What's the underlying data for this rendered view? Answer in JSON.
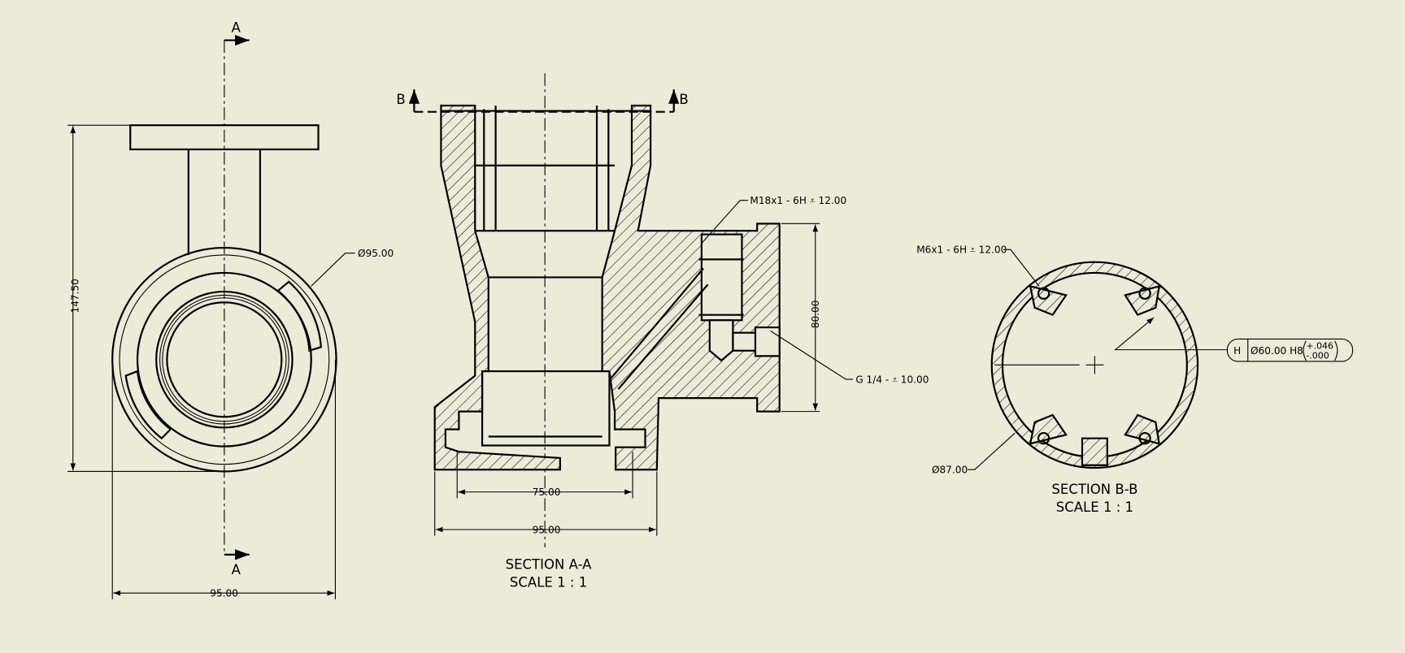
{
  "colors": {
    "background": "#ecebd8",
    "lines": "#000000"
  },
  "front_view": {
    "section_marker_top": "A",
    "section_marker_bottom": "A",
    "dim_height": "147.50",
    "dim_width": "95.00",
    "dim_diameter": "Ø95.00"
  },
  "section_aa": {
    "marker_left": "B",
    "marker_right": "B",
    "note_thread": "M18x1 - 6H ⩡ 12.00",
    "note_pipe": "G 1/4 -  ⩡ 10.00",
    "dim_80": "80.00",
    "dim_75": "75.00",
    "dim_95": "95.00",
    "title": "SECTION A-A",
    "scale": "SCALE 1 : 1"
  },
  "section_bb": {
    "note_thread": "M6x1 - 6H ⩡ 12.00",
    "dim_diameter": "Ø87.00",
    "fit_datum": "H",
    "fit_value": "Ø60.00 H8",
    "tol_upper": "+.046",
    "tol_lower": "-.000",
    "title": "SECTION B-B",
    "scale": "SCALE 1 : 1"
  }
}
